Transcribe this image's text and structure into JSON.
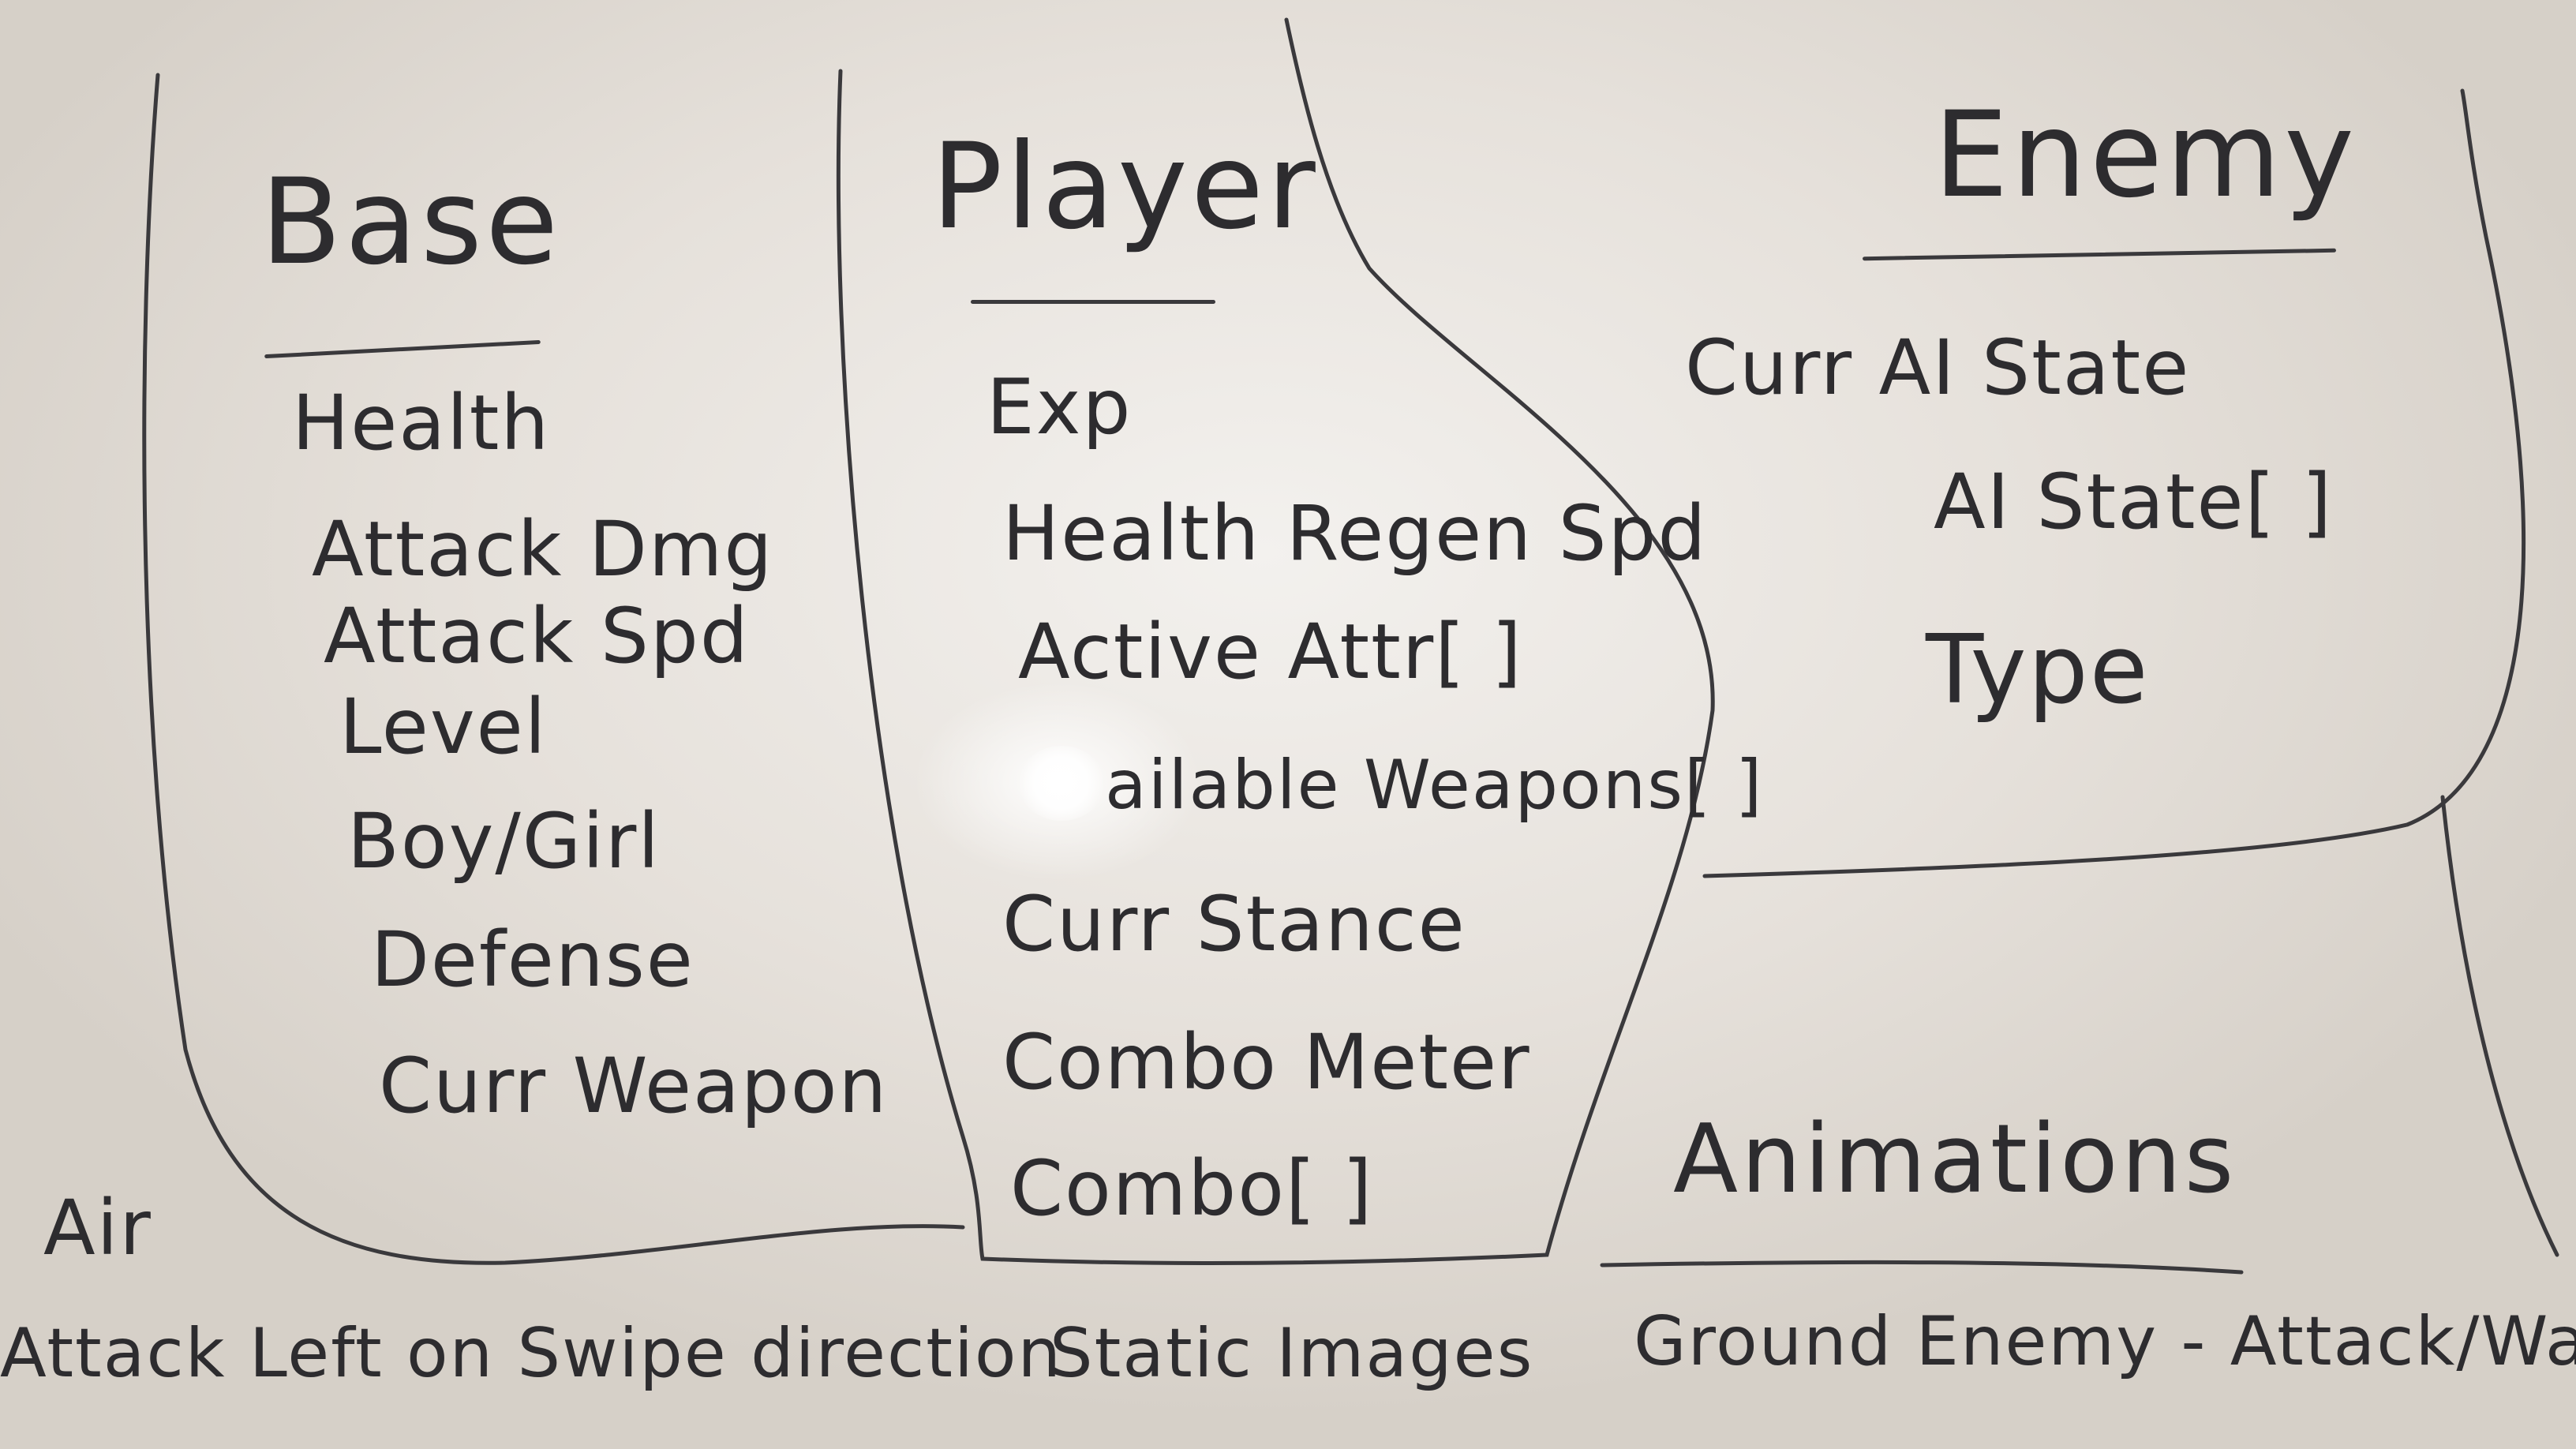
{
  "board": {
    "base": {
      "title": "Base",
      "items": [
        "Health",
        "Attack Dmg",
        "Attack Spd",
        "Level",
        "Boy/Girl",
        "Defense",
        "Curr Weapon"
      ]
    },
    "player": {
      "title": "Player",
      "items": [
        "Exp",
        "Health Regen Spd",
        "Active Attr[ ]",
        "ailable Weapons[ ]",
        "Curr Stance",
        "Combo Meter",
        "Combo[ ]"
      ]
    },
    "enemy": {
      "title": "Enemy",
      "items": [
        "Curr AI State",
        "AI State[ ]",
        "Type"
      ]
    },
    "animations": {
      "title": "Animations"
    },
    "bottom": {
      "air": "Air",
      "air_note": "Attack Left on Swipe direction",
      "static_images": "Static Images",
      "ground_note": "Ground Enemy - Attack/Walk/"
    }
  },
  "colors": {
    "ink": "#2d2c2f",
    "board": "#ece8e3",
    "glare": "#ffffff"
  }
}
